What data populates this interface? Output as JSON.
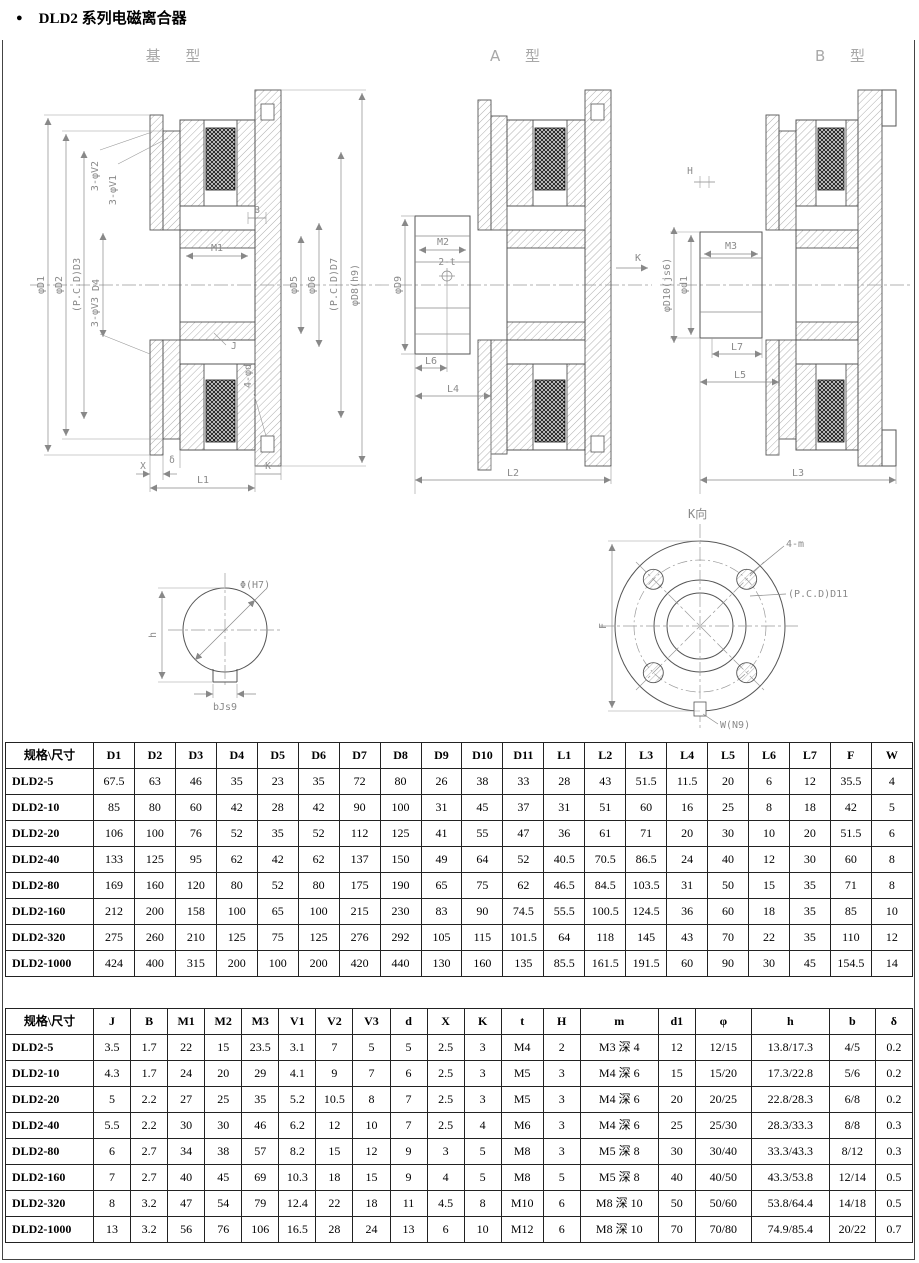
{
  "page": {
    "bullet": "●",
    "title": "DLD2 系列电磁离合器"
  },
  "drawings": {
    "basic": {
      "title": "基 型",
      "labels": {
        "phiD1": "φD1",
        "phiD2": "φD2",
        "pcdD3": "(P.C.D)D3",
        "D4": "D4",
        "v2": "3-φV2",
        "v1": "3-φV1",
        "B": "B",
        "M1": "M1",
        "phiD5": "φD5",
        "phiD6": "φD6",
        "pcdD7": "(P.C.D)D7",
        "phiD8": "φD8(h9)",
        "v3": "3-φV3",
        "J": "J",
        "phid": "4-φd",
        "X": "X",
        "delta": "δ",
        "K": "K",
        "L1": "L1"
      }
    },
    "type_a": {
      "title": "A 型",
      "labels": {
        "phiD9": "φD9",
        "M2": "M2",
        "t2": "2-t",
        "L6": "L6",
        "L4": "L4",
        "L2": "L2",
        "K": "K"
      }
    },
    "type_b": {
      "title": "B 型",
      "labels": {
        "H": "H",
        "M3": "M3",
        "phiD10": "φD10(js6)",
        "phid1": "φd1",
        "L7": "L7",
        "L5": "L5",
        "L3": "L3"
      }
    },
    "keyway_section": {
      "labels": {
        "phiH7": "Φ(H7)",
        "h": "h",
        "bJs9": "bJs9"
      }
    },
    "flange_view": {
      "title": "K向",
      "labels": {
        "m4": "4-m",
        "pcdD11": "(P.C.D)D11",
        "F": "F",
        "W": "W(N9)"
      }
    }
  },
  "table1": {
    "headers": [
      "规格\\尺寸",
      "D1",
      "D2",
      "D3",
      "D4",
      "D5",
      "D6",
      "D7",
      "D8",
      "D9",
      "D10",
      "D11",
      "L1",
      "L2",
      "L3",
      "L4",
      "L5",
      "L6",
      "L7",
      "F",
      "W"
    ],
    "rows": [
      [
        "DLD2-5",
        "67.5",
        "63",
        "46",
        "35",
        "23",
        "35",
        "72",
        "80",
        "26",
        "38",
        "33",
        "28",
        "43",
        "51.5",
        "11.5",
        "20",
        "6",
        "12",
        "35.5",
        "4"
      ],
      [
        "DLD2-10",
        "85",
        "80",
        "60",
        "42",
        "28",
        "42",
        "90",
        "100",
        "31",
        "45",
        "37",
        "31",
        "51",
        "60",
        "16",
        "25",
        "8",
        "18",
        "42",
        "5"
      ],
      [
        "DLD2-20",
        "106",
        "100",
        "76",
        "52",
        "35",
        "52",
        "112",
        "125",
        "41",
        "55",
        "47",
        "36",
        "61",
        "71",
        "20",
        "30",
        "10",
        "20",
        "51.5",
        "6"
      ],
      [
        "DLD2-40",
        "133",
        "125",
        "95",
        "62",
        "42",
        "62",
        "137",
        "150",
        "49",
        "64",
        "52",
        "40.5",
        "70.5",
        "86.5",
        "24",
        "40",
        "12",
        "30",
        "60",
        "8"
      ],
      [
        "DLD2-80",
        "169",
        "160",
        "120",
        "80",
        "52",
        "80",
        "175",
        "190",
        "65",
        "75",
        "62",
        "46.5",
        "84.5",
        "103.5",
        "31",
        "50",
        "15",
        "35",
        "71",
        "8"
      ],
      [
        "DLD2-160",
        "212",
        "200",
        "158",
        "100",
        "65",
        "100",
        "215",
        "230",
        "83",
        "90",
        "74.5",
        "55.5",
        "100.5",
        "124.5",
        "36",
        "60",
        "18",
        "35",
        "85",
        "10"
      ],
      [
        "DLD2-320",
        "275",
        "260",
        "210",
        "125",
        "75",
        "125",
        "276",
        "292",
        "105",
        "115",
        "101.5",
        "64",
        "118",
        "145",
        "43",
        "70",
        "22",
        "35",
        "110",
        "12"
      ],
      [
        "DLD2-1000",
        "424",
        "400",
        "315",
        "200",
        "100",
        "200",
        "420",
        "440",
        "130",
        "160",
        "135",
        "85.5",
        "161.5",
        "191.5",
        "60",
        "90",
        "30",
        "45",
        "154.5",
        "14"
      ]
    ]
  },
  "table2": {
    "headers": [
      "规格\\尺寸",
      "J",
      "B",
      "M1",
      "M2",
      "M3",
      "V1",
      "V2",
      "V3",
      "d",
      "X",
      "K",
      "t",
      "H",
      "m",
      "d1",
      "φ",
      "h",
      "b",
      "δ"
    ],
    "rows": [
      [
        "DLD2-5",
        "3.5",
        "1.7",
        "22",
        "15",
        "23.5",
        "3.1",
        "7",
        "5",
        "5",
        "2.5",
        "3",
        "M4",
        "2",
        "M3 深 4",
        "12",
        "12/15",
        "13.8/17.3",
        "4/5",
        "0.2"
      ],
      [
        "DLD2-10",
        "4.3",
        "1.7",
        "24",
        "20",
        "29",
        "4.1",
        "9",
        "7",
        "6",
        "2.5",
        "3",
        "M5",
        "3",
        "M4 深 6",
        "15",
        "15/20",
        "17.3/22.8",
        "5/6",
        "0.2"
      ],
      [
        "DLD2-20",
        "5",
        "2.2",
        "27",
        "25",
        "35",
        "5.2",
        "10.5",
        "8",
        "7",
        "2.5",
        "3",
        "M5",
        "3",
        "M4 深 6",
        "20",
        "20/25",
        "22.8/28.3",
        "6/8",
        "0.2"
      ],
      [
        "DLD2-40",
        "5.5",
        "2.2",
        "30",
        "30",
        "46",
        "6.2",
        "12",
        "10",
        "7",
        "2.5",
        "4",
        "M6",
        "3",
        "M4 深 6",
        "25",
        "25/30",
        "28.3/33.3",
        "8/8",
        "0.3"
      ],
      [
        "DLD2-80",
        "6",
        "2.7",
        "34",
        "38",
        "57",
        "8.2",
        "15",
        "12",
        "9",
        "3",
        "5",
        "M8",
        "3",
        "M5 深 8",
        "30",
        "30/40",
        "33.3/43.3",
        "8/12",
        "0.3"
      ],
      [
        "DLD2-160",
        "7",
        "2.7",
        "40",
        "45",
        "69",
        "10.3",
        "18",
        "15",
        "9",
        "4",
        "5",
        "M8",
        "5",
        "M5 深 8",
        "40",
        "40/50",
        "43.3/53.8",
        "12/14",
        "0.5"
      ],
      [
        "DLD2-320",
        "8",
        "3.2",
        "47",
        "54",
        "79",
        "12.4",
        "22",
        "18",
        "11",
        "4.5",
        "8",
        "M10",
        "6",
        "M8 深 10",
        "50",
        "50/60",
        "53.8/64.4",
        "14/18",
        "0.5"
      ],
      [
        "DLD2-1000",
        "13",
        "3.2",
        "56",
        "76",
        "106",
        "16.5",
        "28",
        "24",
        "13",
        "6",
        "10",
        "M12",
        "6",
        "M8 深 10",
        "70",
        "70/80",
        "74.9/85.4",
        "20/22",
        "0.7"
      ]
    ]
  }
}
